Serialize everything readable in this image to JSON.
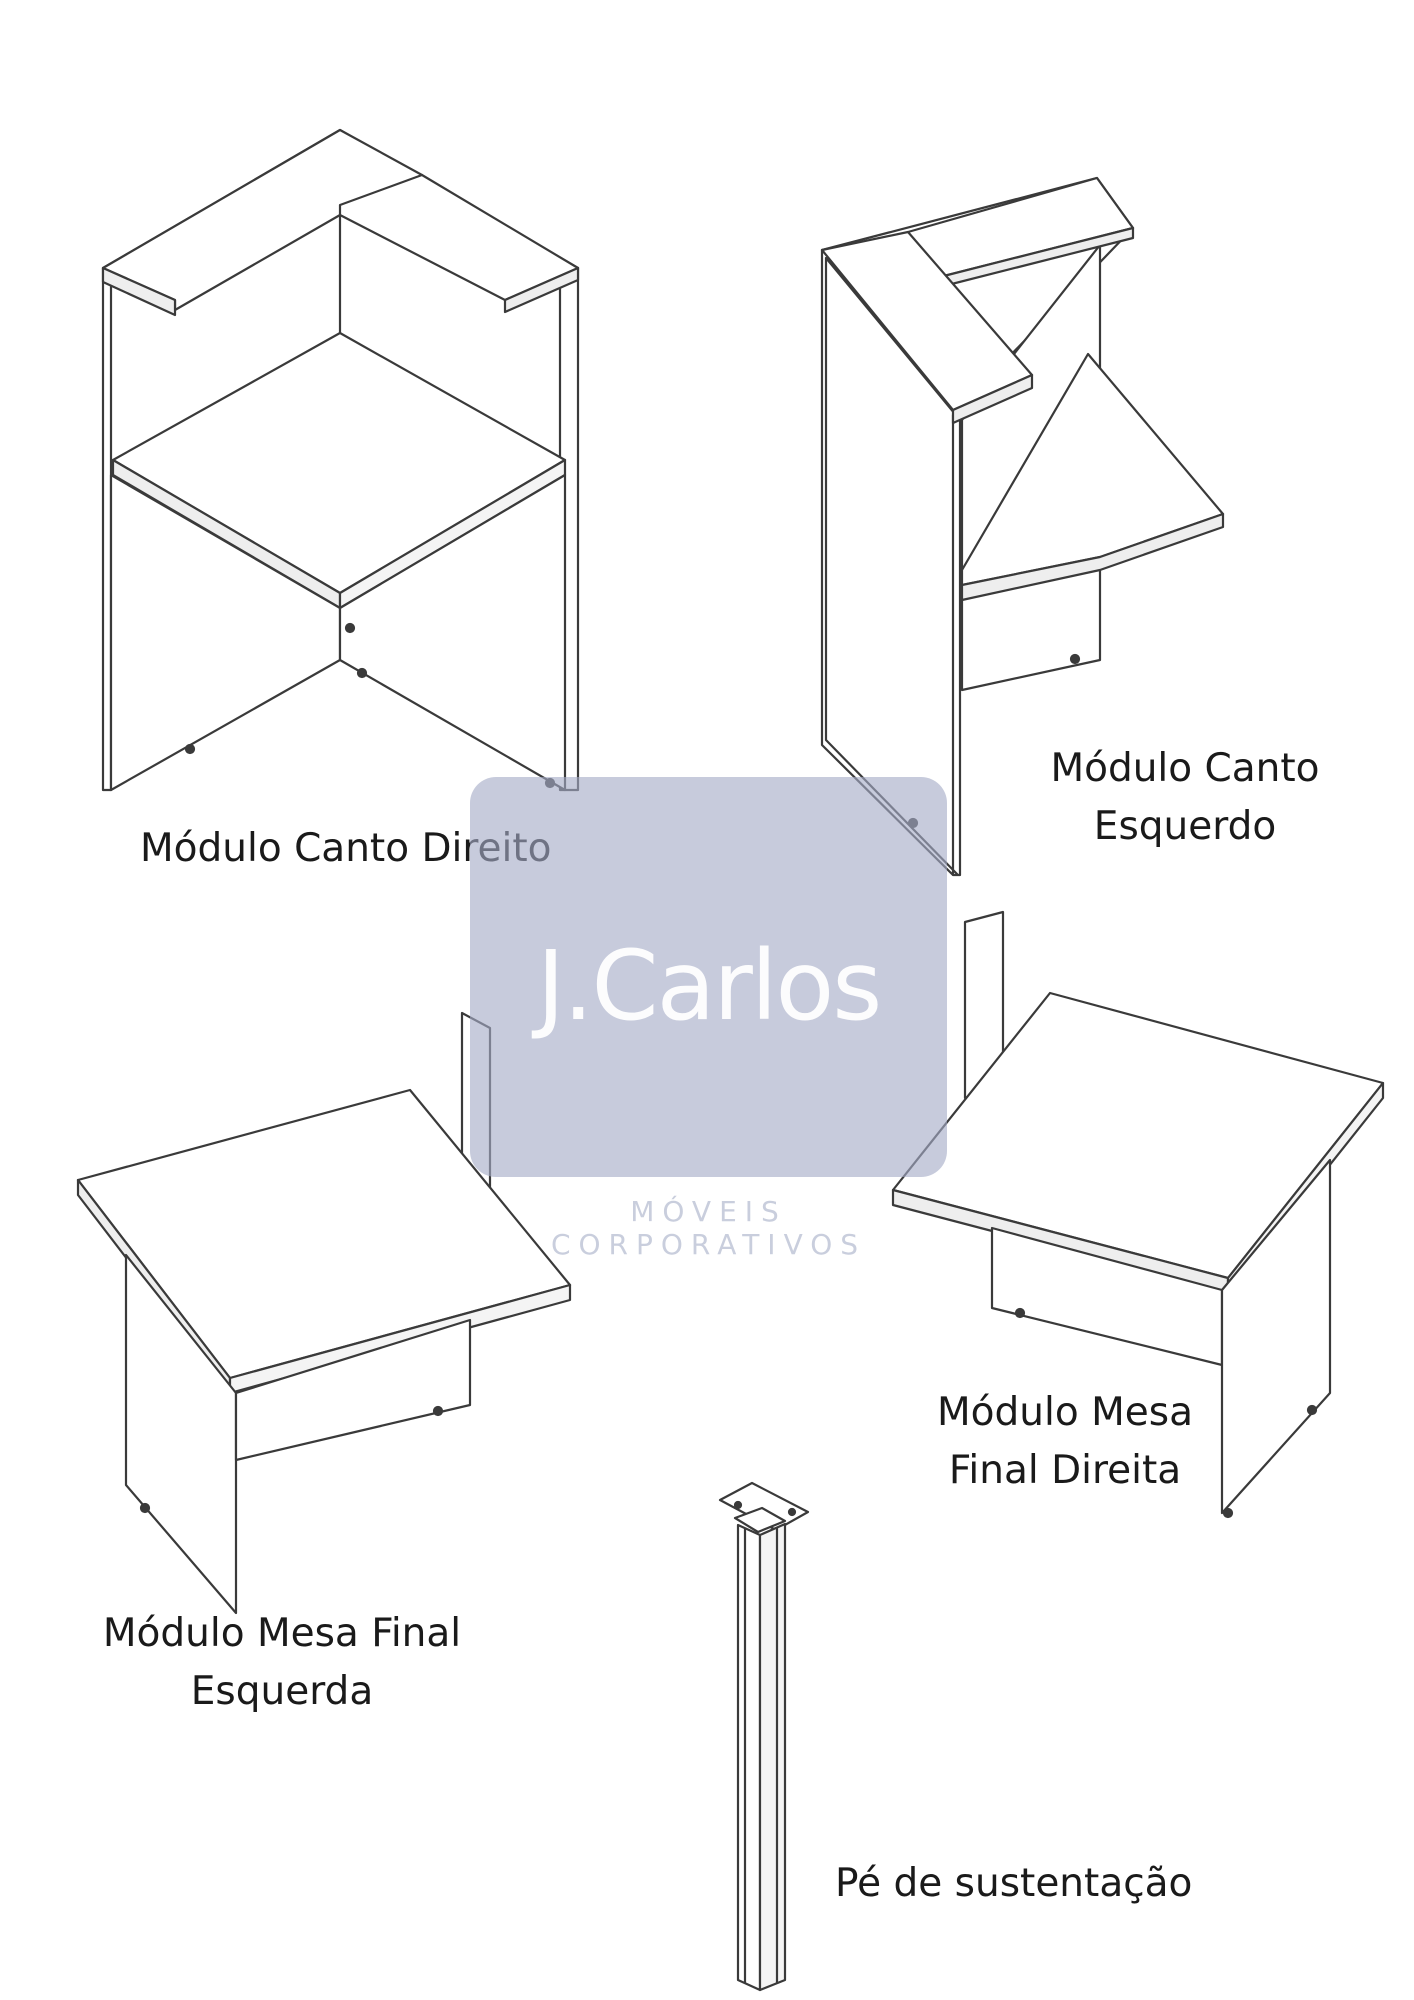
{
  "labels": {
    "canto_direito": "Módulo Canto Direito",
    "canto_esquerdo": [
      "Módulo Canto",
      "Esquerdo"
    ],
    "mesa_final_esquerda": [
      "Módulo Mesa Final",
      "Esquerda"
    ],
    "mesa_final_direita": [
      "Módulo Mesa",
      "Final Direita"
    ],
    "pe_sustentacao": "Pé de sustentação"
  },
  "watermark": {
    "logo_text": "J.Carlos",
    "tagline": "MÓVEIS CORPORATIVOS"
  },
  "colors": {
    "line": "#3a3a3a",
    "panel": "#ffffff",
    "edge": "#e6e6e6",
    "watermark": "#a4abc6"
  }
}
